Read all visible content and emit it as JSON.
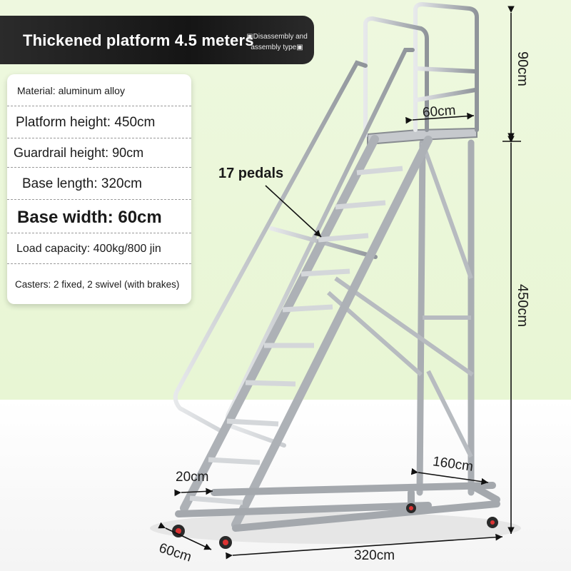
{
  "banner": {
    "title": "Thickened platform 4.5 meters",
    "subtitle": "▣Disassembly and assembly type▣"
  },
  "specs": [
    {
      "text": "Material: aluminum alloy"
    },
    {
      "text": "Platform height: 450cm"
    },
    {
      "text": "Guardrail height: 90cm"
    },
    {
      "text": "Base length: 320cm"
    },
    {
      "text": "Base width: 60cm"
    },
    {
      "text": "Load capacity: 400kg/800 jin"
    },
    {
      "text": "Casters: 2 fixed, 2 swivel (with brakes)"
    }
  ],
  "callout": {
    "pedals": "17 pedals"
  },
  "dimensions": {
    "guardrail_height": "90cm",
    "platform_width": "60cm",
    "platform_height": "450cm",
    "rear_depth": "160cm",
    "step_depth": "20cm",
    "base_width": "60cm",
    "base_length": "320cm"
  },
  "colors": {
    "banner": "#1e1e1e",
    "background_top": "#eaf7d9",
    "metal": "#c9ccd0"
  }
}
